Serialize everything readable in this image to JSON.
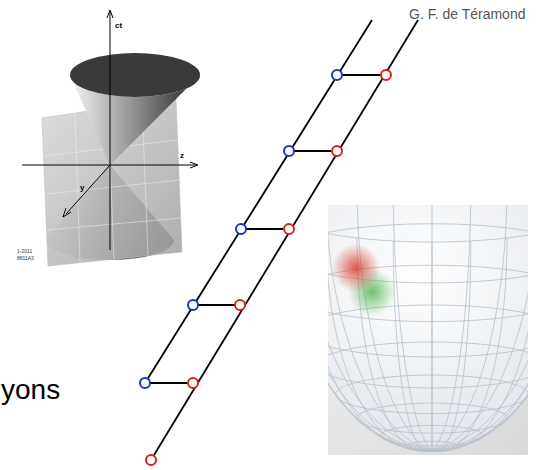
{
  "diagram": {
    "labels": [
      "G. F. de Téramond",
      "ct",
      "z",
      "y",
      "1-2011",
      "8811A3",
      "yons"
    ]
  }
}
